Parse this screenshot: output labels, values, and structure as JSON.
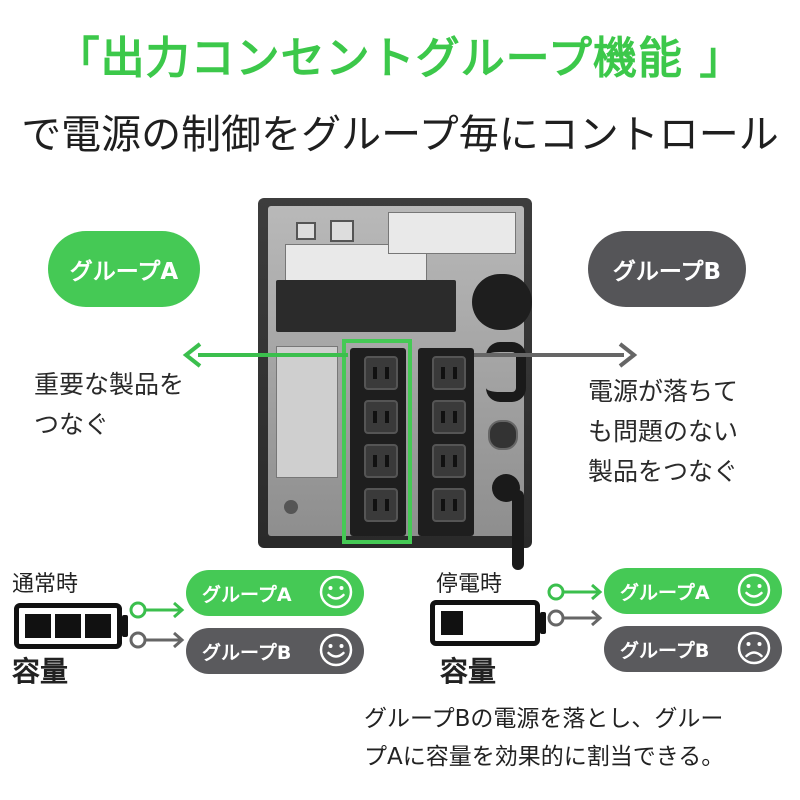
{
  "header": {
    "title": "「出力コンセントグループ機能 」",
    "subtitle": "で電源の制御をグループ毎にコントロール"
  },
  "top_groups": {
    "group_a": {
      "label": "グループA",
      "description_lines": [
        "重要な製品を",
        "つなぐ"
      ]
    },
    "group_b": {
      "label": "グループB",
      "description_lines": [
        "電源が落ちて",
        "も問題のない",
        "製品をつなぐ"
      ]
    }
  },
  "normal_state": {
    "label": "通常時",
    "capacity_label": "容量",
    "battery_level": 1.0,
    "group_a": {
      "label": "グループA",
      "face": "smile-face"
    },
    "group_b": {
      "label": "グループB",
      "face": "smile-face"
    }
  },
  "outage_state": {
    "label": "停電時",
    "capacity_label": "容量",
    "battery_level": 0.25,
    "group_a": {
      "label": "グループA",
      "face": "smile-face"
    },
    "group_b": {
      "label": "グループB",
      "face": "sad-face"
    }
  },
  "footer": {
    "lines": [
      "グループBの電源を落とし、グルー",
      "プAに容量を効果的に割当できる。"
    ]
  },
  "colors": {
    "accent_green": "#45c955",
    "title_green": "#3cc84a",
    "dark_gray": "#555558",
    "arrow_green": "#3bbf4d",
    "arrow_gray": "#666666"
  },
  "icons": {
    "ups_device": "ups-rear-panel-image",
    "battery_full": "battery-full-icon",
    "battery_low": "battery-low-icon"
  }
}
